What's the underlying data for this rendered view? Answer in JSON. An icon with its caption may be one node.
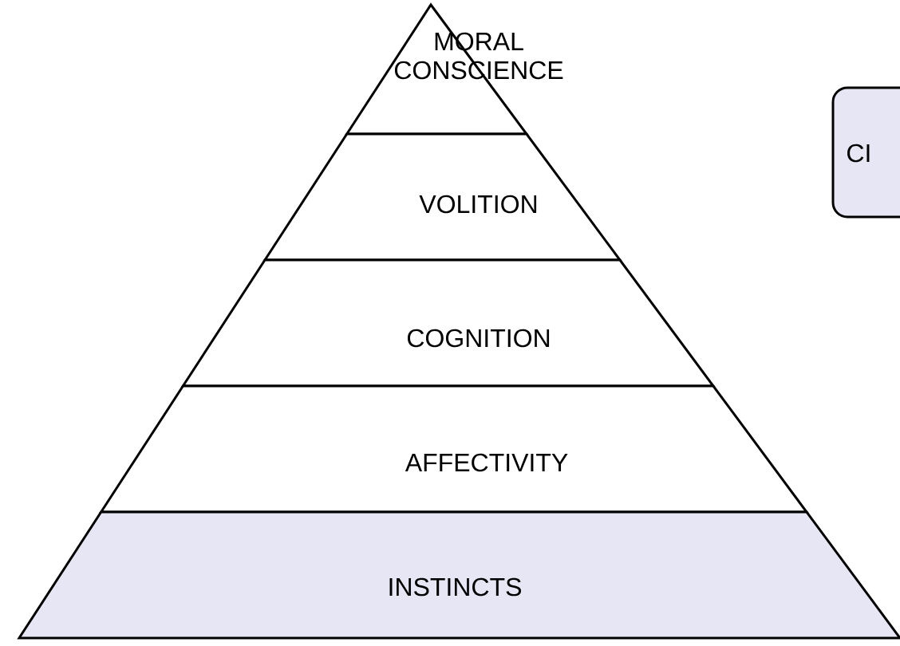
{
  "diagram": {
    "nodes": [
      {
        "text": [
          "MORAL CONSCIENCE"
        ]
      },
      {
        "text": [
          "VOLITION"
        ]
      },
      {
        "text": [
          "COGNITION"
        ]
      },
      {
        "text": [
          "AFFECTIVITY"
        ]
      },
      {
        "text": [
          "INSTINCTS"
        ]
      },
      {
        "text": [
          "CI"
        ]
      }
    ]
  }
}
